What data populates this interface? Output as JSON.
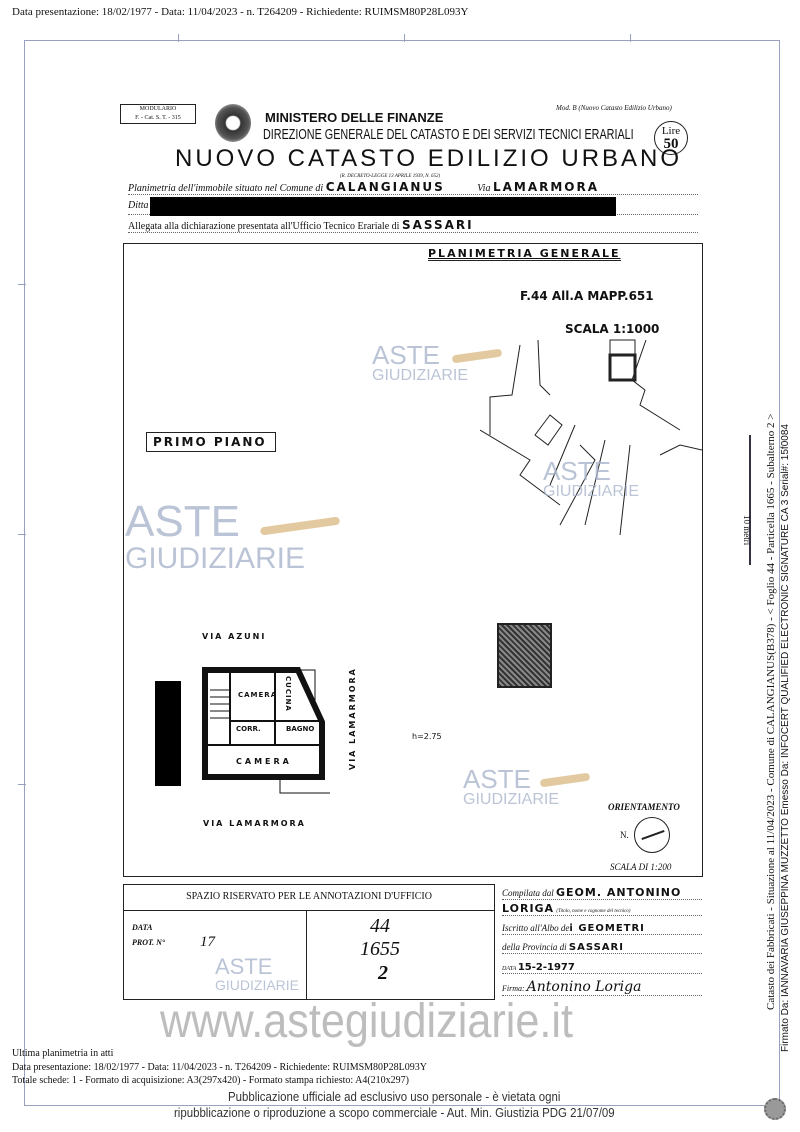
{
  "top_bar": "Data presentazione: 18/02/1977 - Data: 11/04/2023 - n. T264209 - Richiedente: RUIMSM80P28L093Y",
  "form": {
    "modulario": "MODULARIO",
    "modulario_code": "F. - Cat. S. T. - 315",
    "ministry": "MINISTERO DELLE FINANZE",
    "direzione": "DIREZIONE GENERALE DEL CATASTO E DEI SERVIZI TECNICI ERARIALI",
    "title": "NUOVO CATASTO EDILIZIO URBANO",
    "decree": "(R. DECRETO-LEGGE 13 APRILE 1939, N. 652)",
    "mod": "Mod. B (Nuovo Catasto Edilizio Urbano)",
    "lire_label": "Lire",
    "lire_value": "50",
    "planimetria_label": "Planimetria dell'immobile situato nel Comune di",
    "comune": "CALANGIANUS",
    "via_label": "Via",
    "via": "LAMARMORA",
    "ditta_label": "Ditta",
    "allegata_label": "Allegata alla dichiarazione presentata all'Ufficio Tecnico Erariale di",
    "ufficio": "SASSARI"
  },
  "drawing": {
    "planimetria_generale": "PLANIMETRIA GENERALE",
    "mappale": "F.44 All.A MAPP.651",
    "scala_gen": "SCALA 1:1000",
    "piano": "PRIMO PIANO",
    "via_top": "VIA AZUNI",
    "via_right": "VIA LAMARMORA",
    "via_bottom": "VIA LAMARMORA",
    "rooms": [
      "CAMERA",
      "CUCINA",
      "CORR.",
      "BAGNO",
      "CAMERA"
    ],
    "height": "h=2.75",
    "orientamento": "ORIENTAMENTO",
    "north": "N.",
    "scala": "SCALA DI 1:200"
  },
  "office": {
    "header": "SPAZIO RISERVATO PER LE ANNOTAZIONI D'UFFICIO",
    "data_label": "DATA",
    "prot_label": "PROT. N°",
    "prot_value": "17",
    "foglio": "44",
    "particella": "1655",
    "subalterno": "2"
  },
  "compiler": {
    "compilata_label": "Compilata dal",
    "name1": "GEOM. ANTONINO",
    "name2": "LORIGA",
    "title_note": "(Titolo, nome e cognome del tecnico)",
    "iscritto_label": "Iscritto all'Albo de",
    "albo": "i GEOMETRI",
    "provincia_label": "della Provincia di",
    "provincia": "SASSARI",
    "data_label": "DATA",
    "data": "15-2-1977",
    "firma_label": "Firma:",
    "firma": "Antonino Loriga"
  },
  "side": {
    "line1": "Catasto dei Fabbricati - Situazione al 11/04/2023 - Comune di CALANGIANUS(B378) - < Foglio 44 - Particella 1665 - Subalterno 2 >",
    "line2": "Firmato Da: IANNAVARIA GIUSEPPINA MUZZETTO Emesso Da: INFOCERT QUALIFIED ELECTRONIC SIGNATURE CA 3 Serial#: 15f0084",
    "scale_mark": "10 metri"
  },
  "footer": {
    "ultima": "Ultima planimetria in atti",
    "line1": "Data presentazione: 18/02/1977 - Data: 11/04/2023 - n. T264209 - Richiedente: RUIMSM80P28L093Y",
    "line2": "Totale schede: 1 - Formato di acquisizione: A3(297x420) - Formato stampa richiesto: A4(210x297)",
    "notice1": "Pubblicazione ufficiale ad esclusivo uso personale - è vietata ogni",
    "notice2": "ripubblicazione o riproduzione a scopo commerciale - Aut. Min. Giustizia PDG 21/07/09"
  },
  "watermark": {
    "aste": "ASTE",
    "giudiziarie": "GIUDIZIARIE",
    "url": "www.astegiudiziarie.it"
  }
}
